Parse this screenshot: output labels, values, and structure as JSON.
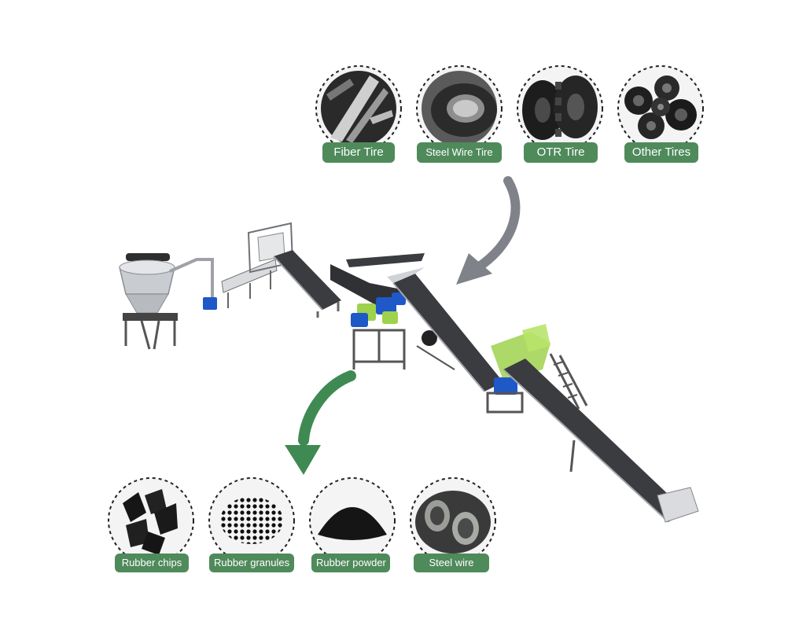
{
  "colors": {
    "badge_green": "#4f8a5b",
    "arrow_in": "#7f8289",
    "arrow_out": "#3f8a52",
    "belt": "#3a3c40",
    "frame": "#5f6166",
    "motor_blue": "#1f58c7",
    "guard_green": "#9ed24c"
  },
  "inputs": {
    "items": [
      {
        "label": "Fiber Tire",
        "icon": "fiber-tire-icon"
      },
      {
        "label": "Steel Wire Tire",
        "icon": "steel-wire-tire-icon"
      },
      {
        "label": "OTR Tire",
        "icon": "otr-tire-icon"
      },
      {
        "label": "Other Tires",
        "icon": "other-tires-icon"
      }
    ]
  },
  "outputs": {
    "items": [
      {
        "label": "Rubber chips",
        "icon": "rubber-chips-icon"
      },
      {
        "label": "Rubber granules",
        "icon": "rubber-granules-icon"
      },
      {
        "label": "Rubber powder",
        "icon": "rubber-powder-icon"
      },
      {
        "label": "Steel wire",
        "icon": "steel-wire-icon"
      }
    ]
  },
  "machine": {
    "icon": "tire-recycling-line-icon"
  }
}
